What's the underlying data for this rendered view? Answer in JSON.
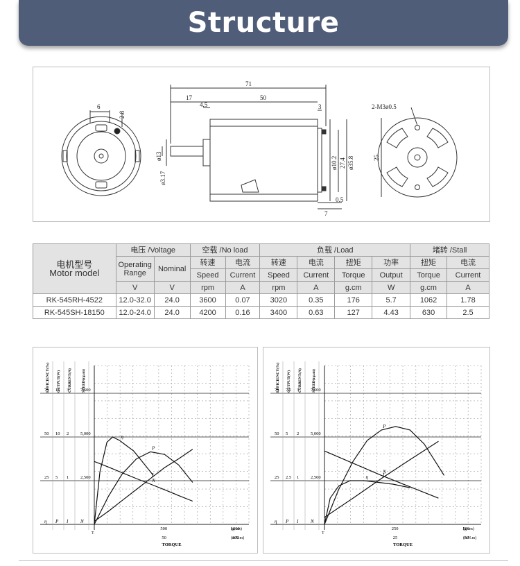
{
  "banner": {
    "title": "Structure"
  },
  "drawing": {
    "dims": {
      "overall": "71",
      "body": "50",
      "shaft": "17",
      "boss": "4.5",
      "terminal": "3",
      "shaft_dia": "ø3.17",
      "boss_dia": "ø13",
      "d10": "ø10.2",
      "d27": "27.4",
      "d35": "ø35.8",
      "d05": "0.5",
      "d7": "7",
      "front_6": "6",
      "front_28": "2.8",
      "rear_holes": "2-M3ø0.5",
      "rear_25": "25"
    }
  },
  "table": {
    "model_header_cn": "电机型号",
    "model_header_en": "Motor model",
    "voltage_group": "电压 /Voltage",
    "noload_group": "空载 /No load",
    "load_group": "负载 /Load",
    "stall_group": "堵转 /Stall",
    "op_range": "Operating Range",
    "nominal": "Nominal",
    "cn": {
      "speed": "转速",
      "current": "电流",
      "torque": "扭矩",
      "power": "功率"
    },
    "en": {
      "speed": "Speed",
      "current": "Current",
      "torque": "Torque",
      "output": "Output"
    },
    "units": {
      "v": "V",
      "rpm": "rpm",
      "a": "A",
      "gcm": "g.cm",
      "w": "W"
    },
    "rows": [
      [
        "RK-545RH-4522",
        "12.0-32.0",
        "24.0",
        "3600",
        "0.07",
        "3020",
        "0.35",
        "176",
        "5.7",
        "1062",
        "1.78"
      ],
      [
        "RK-545SH-18150",
        "12.0-24.0",
        "24.0",
        "4200",
        "0.16",
        "3400",
        "0.63",
        "127",
        "4.43",
        "630",
        "2.5"
      ]
    ]
  },
  "charts": {
    "axis_titles": {
      "efficiency": "EFFICIENCY(%)",
      "output": "OUTPUT(W)",
      "current": "CURRENT(A)",
      "speed": "SPEED(r.p.m)"
    },
    "unit_gcm": "(g.cm)",
    "unit_mnm": "(mN.m)",
    "torque_label": "TORQUE",
    "symbols": {
      "eta": "η",
      "p": "P",
      "i": "I",
      "n": "N"
    },
    "zero_t": "T"
  },
  "chart_data": [
    {
      "type": "line",
      "title": "",
      "xlabel": "TORQUE",
      "x_ticks_gcm": [
        "500",
        "1000"
      ],
      "x_ticks_mnm": [
        "50",
        "100"
      ],
      "y_ticks": {
        "efficiency": [
          "25",
          "50",
          "75"
        ],
        "output": [
          "5",
          "10",
          "15"
        ],
        "current": [
          "1",
          "2",
          "3"
        ],
        "speed": [
          "2,500",
          "5,000",
          "7,500"
        ]
      },
      "xlim_gcm": [
        0,
        1100
      ],
      "series": [
        {
          "name": "η",
          "x": [
            0,
            40,
            90,
            130,
            180,
            230,
            280,
            350,
            420
          ],
          "y": [
            0,
            30,
            47,
            50,
            48,
            45,
            42,
            35,
            28
          ]
        },
        {
          "name": "P",
          "x": [
            0,
            100,
            200,
            300,
            400,
            500,
            600,
            700
          ],
          "y": [
            0,
            3.2,
            5.8,
            7.5,
            8.3,
            8.0,
            6.8,
            4.8
          ]
        },
        {
          "name": "I",
          "x": [
            0,
            100,
            200,
            300,
            400,
            500,
            600,
            700
          ],
          "y": [
            0.07,
            0.3,
            0.55,
            0.8,
            1.05,
            1.3,
            1.5,
            1.72
          ]
        },
        {
          "name": "N",
          "x": [
            0,
            100,
            200,
            300,
            400,
            500,
            600,
            700
          ],
          "y": [
            3600,
            3280,
            2950,
            2620,
            2300,
            1980,
            1650,
            1330
          ]
        }
      ]
    },
    {
      "type": "line",
      "title": "",
      "xlabel": "TORQUE",
      "x_ticks_gcm": [
        "250",
        "500"
      ],
      "x_ticks_mnm": [
        "25",
        "50"
      ],
      "y_ticks": {
        "efficiency": [
          "25",
          "50",
          "75"
        ],
        "output": [
          "2.5",
          "5",
          "7.5"
        ],
        "current": [
          "1",
          "2",
          "3"
        ],
        "speed": [
          "2,500",
          "5,000",
          "7,500"
        ]
      },
      "xlim_gcm": [
        0,
        550
      ],
      "series": [
        {
          "name": "η",
          "x": [
            0,
            20,
            50,
            90,
            140,
            190,
            240,
            300
          ],
          "y": [
            0,
            15,
            22,
            25,
            25,
            24,
            23,
            21
          ]
        },
        {
          "name": "P",
          "x": [
            0,
            50,
            100,
            150,
            200,
            250,
            300,
            350,
            420
          ],
          "y": [
            0,
            2.0,
            3.6,
            4.8,
            5.4,
            5.6,
            5.4,
            4.6,
            2.8
          ]
        },
        {
          "name": "I",
          "x": [
            0,
            100,
            200,
            300,
            400
          ],
          "y": [
            0.16,
            0.6,
            1.05,
            1.48,
            1.9
          ]
        },
        {
          "name": "N",
          "x": [
            0,
            100,
            200,
            300,
            400
          ],
          "y": [
            4200,
            3500,
            2800,
            2150,
            1500
          ]
        }
      ]
    }
  ]
}
